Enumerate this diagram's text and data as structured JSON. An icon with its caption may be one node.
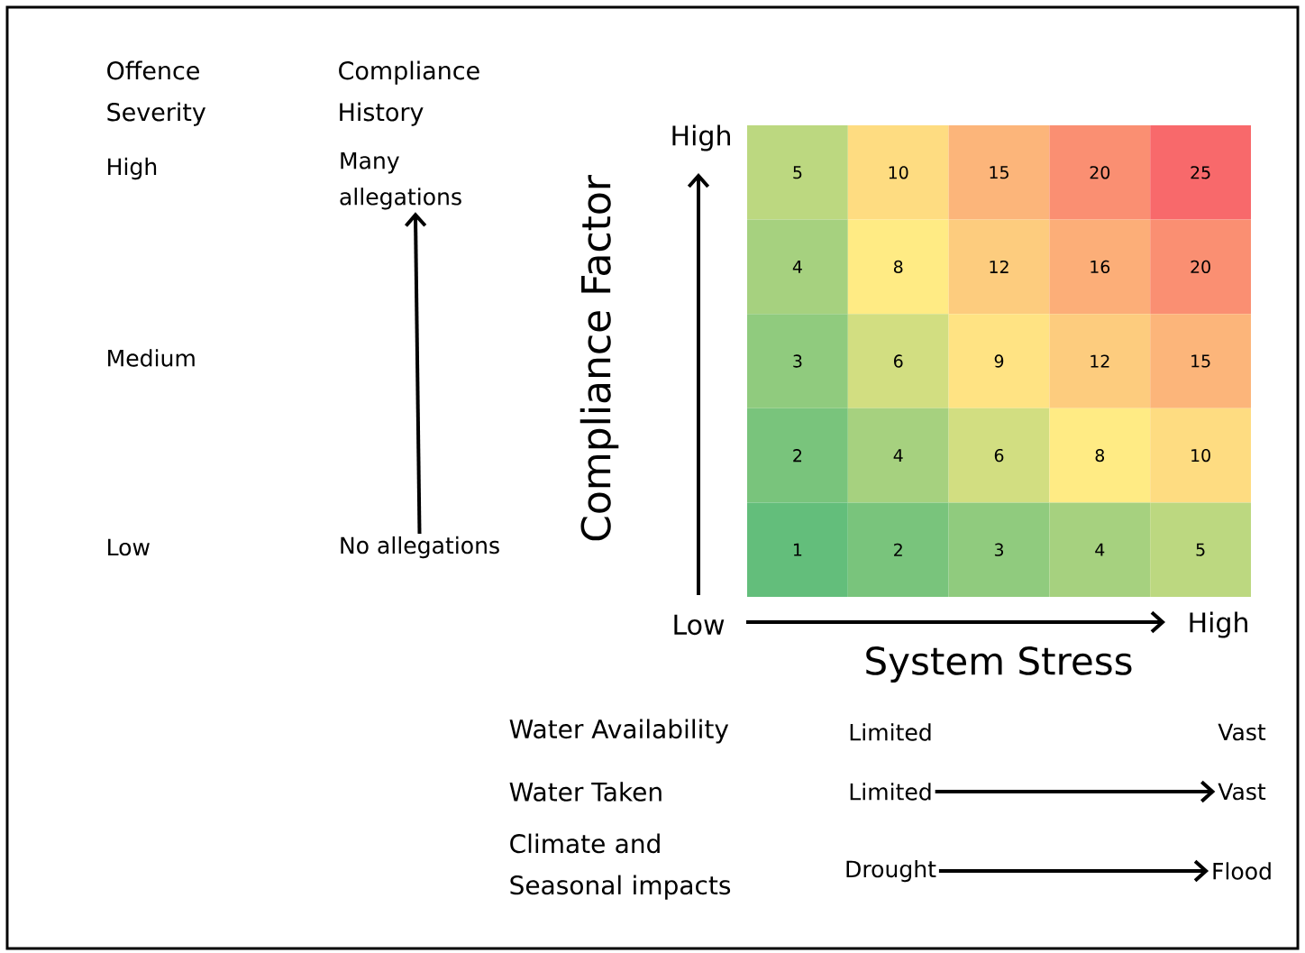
{
  "diagram": {
    "nodes": [
      {
        "text": [
          "Many allegations"
        ]
      },
      {
        "text": [
          "No allegations"
        ]
      },
      {
        "text": [
          "Limited"
        ]
      },
      {
        "text": [
          "Vast"
        ]
      },
      {
        "text": [
          "Drought"
        ]
      },
      {
        "text": [
          "Flood"
        ]
      }
    ],
    "edges": [
      {
        "from": 1,
        "to": 0,
        "arrow": "to"
      },
      {
        "from": 2,
        "to": 3,
        "arrow": "to"
      },
      {
        "from": 4,
        "to": 5,
        "arrow": "to"
      }
    ],
    "labels": [
      "Offence Severity",
      "Compliance History",
      "High",
      "Medium",
      "Low",
      "High",
      "Compliance Factor",
      "5",
      "10",
      "15",
      "20",
      "25",
      "4",
      "8",
      "12",
      "16",
      "20",
      "3",
      "6",
      "9",
      "12",
      "15",
      "2",
      "4",
      "6",
      "8",
      "10",
      "1",
      "2",
      "3",
      "4",
      "5",
      "Low",
      "High",
      "System Stress",
      "Water Availability",
      "Limited",
      "Vast",
      "Water Taken",
      "Climate and Seasonal impacts"
    ]
  }
}
